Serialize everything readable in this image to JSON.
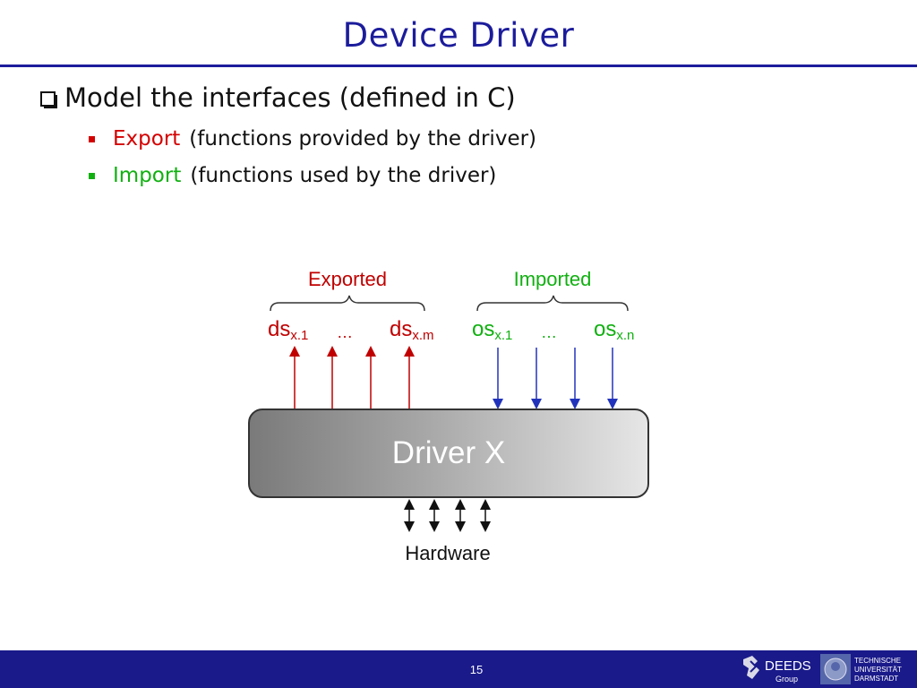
{
  "slide": {
    "title": "Device Driver",
    "bullet": "Model the interfaces (defined in C)",
    "sub_bullets": [
      {
        "keyword": "Export",
        "rest": "(functions provided by the driver)",
        "color": "#d40000"
      },
      {
        "keyword": "Import",
        "rest": "(functions used by the driver)",
        "color": "#11b011"
      }
    ]
  },
  "diagram": {
    "exported_label": "Exported",
    "imported_label": "Imported",
    "ds_first": {
      "base": "ds",
      "sub": "x.1"
    },
    "ds_last": {
      "base": "ds",
      "sub": "x.m"
    },
    "os_first": {
      "base": "os",
      "sub": "x.1"
    },
    "os_last": {
      "base": "os",
      "sub": "x.n"
    },
    "ellipsis": "…",
    "driver_label": "Driver X",
    "hardware_label": "Hardware",
    "export_color": "#c00000",
    "import_color": "#2233bb"
  },
  "footer": {
    "page_number": "15",
    "logo_group_text": "DEEDS",
    "logo_group_sub": "Group",
    "logo_university_lines": [
      "TECHNISCHE",
      "UNIVERSITÄT",
      "DARMSTADT"
    ],
    "bar_color": "#1a1a8a"
  }
}
